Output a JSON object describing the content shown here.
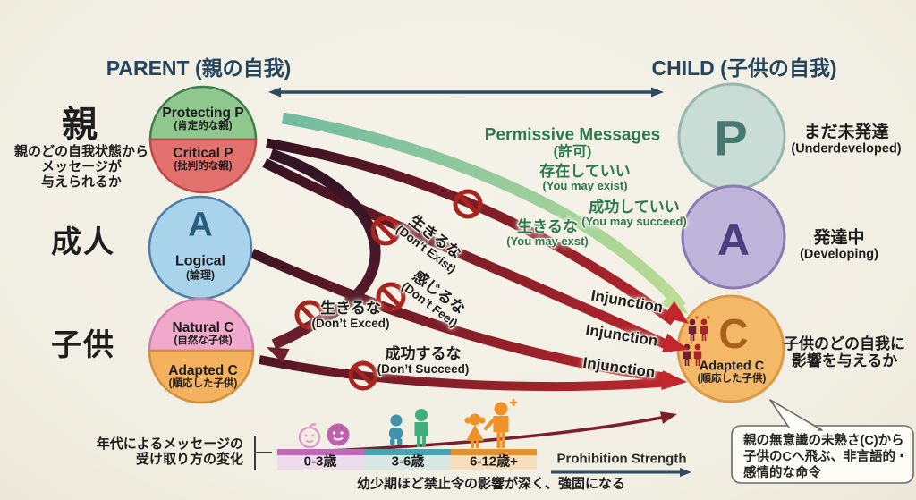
{
  "titles": {
    "parent": "PARENT (親の自我)",
    "child": "CHILD (子供の自我)"
  },
  "left_labels": {
    "parent_kanji": "親",
    "parent_desc_1": "親のどの自我状態から",
    "parent_desc_2": "メッセージが",
    "parent_desc_3": "与えられるか",
    "adult_kanji": "成人",
    "child_kanji": "子供"
  },
  "parent_circles": {
    "protecting_title": "Protecting P",
    "protecting_sub": "(肯定的な親)",
    "critical_title": "Critical P",
    "critical_sub": "(批判的な親)",
    "adult_letter": "A",
    "adult_title": "Logical",
    "adult_sub": "(論理)",
    "natural_title": "Natural C",
    "natural_sub": "(自然な子供)",
    "adapted_title": "Adapted C",
    "adapted_sub": "(順応した子供)"
  },
  "child_circles": {
    "p_letter": "P",
    "a_letter": "A",
    "c_letter": "C",
    "c_title": "Adapted C",
    "c_sub": "(順応した子供)",
    "p_label": "まだ未発達",
    "p_label_en": "(Underdeveloped)",
    "a_label": "発達中",
    "a_label_en": "(Developing)",
    "c_label_1": "子供のどの自我に",
    "c_label_2": "影響を与えるか"
  },
  "middle": {
    "permissive_title": "Permissive Messages",
    "permissive_sub": "(許可)",
    "msg_exist_jp": "存在していい",
    "msg_exist_en": "(You may exist)",
    "msg_succeed_jp": "成功していい",
    "msg_succeed_en": "(You may succeed)",
    "msg_exst_jp": "生きるな",
    "msg_exst_en": "(You may exst)",
    "inj_exist_jp": "生きるな",
    "inj_exist_en": "(Don’t Exist)",
    "inj_feel_jp": "感じるな",
    "inj_feel_en": "(Don’t Feel)",
    "inj_exced_jp": "生きるな",
    "inj_exced_en": "(Don’t Exced)",
    "inj_succeed_jp": "成功するな",
    "inj_succeed_en": "(Don’t Succeed)",
    "injunction_1": "Injunction",
    "injunction_2": "Injunction",
    "injunction_3": "Injunction"
  },
  "timeline": {
    "caption_1": "年代によるメッセージの",
    "caption_2": "受け取り方の変化",
    "segments": [
      {
        "label": "0-3歳",
        "strip_color": "#bf6ab4",
        "body_color": "#eddcec"
      },
      {
        "label": "3-6歳",
        "strip_color": "#4aa2b0",
        "body_color": "#d7e8e4"
      },
      {
        "label": "6-12歳+",
        "strip_color": "#e1912f",
        "body_color": "#f6debc"
      }
    ],
    "strength_label": "Prohibition Strength",
    "bottom_note": "幼少期ほど禁止令の影響が深く、強固になる"
  },
  "speech_bubble": {
    "line_1": "親の無意識の未熟さ(C)から",
    "line_2": "子供のCへ飛ぶ、非言語的・",
    "line_3": "感情的な命令"
  },
  "colors": {
    "background": "#f2efe5",
    "navy": "#24455e",
    "green_text": "#2c7a4b",
    "protecting_green": "#8ec88c",
    "critical_red": "#e2716e",
    "adult_blue": "#a9d3eb",
    "natural_pink": "#f0a9cb",
    "adapted_orange": "#f4b25e",
    "child_p_fill": "#c9dcd6",
    "child_a_fill": "#bfb4d9",
    "child_c_fill": "#f4b968",
    "injunction_red": "#c1272d",
    "injunction_dark": "#3a1320",
    "permissive_green": "#bcdd94",
    "prohibition_sign": "#a8241f"
  }
}
